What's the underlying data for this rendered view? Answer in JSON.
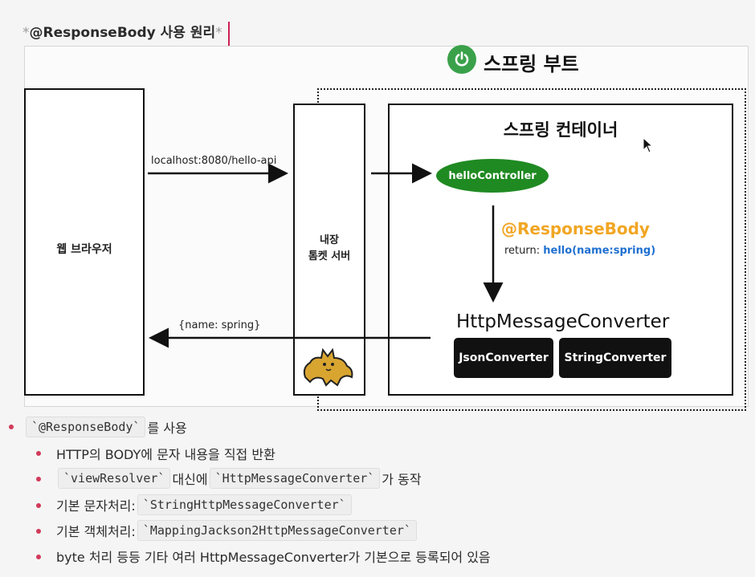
{
  "heading": {
    "star_open": "*",
    "title": "@ResponseBody 사용 원리",
    "star_close": "*"
  },
  "diagram": {
    "boot_label": "스프링 부트",
    "browser_label": "웹 브라우저",
    "tomcat_label_line1": "내장",
    "tomcat_label_line2": "톰켓 서버",
    "container_title": "스프링 컨테이너",
    "controller": "helloController",
    "request_label": "localhost:8080/hello-api",
    "response_label": "{name: spring}",
    "annotation": "@ResponseBody",
    "return_prefix": "return:",
    "return_value": "hello(name:spring)",
    "converter_title": "HttpMessageConverter",
    "converters": [
      "JsonConverter",
      "StringConverter"
    ],
    "colors": {
      "spring_green": "#3aa14a",
      "controller_green": "#1f8a22",
      "annotation_orange": "#f1a623",
      "return_blue": "#1e6fd0"
    },
    "icons": [
      "power-icon",
      "tomcat-logo",
      "mouse-cursor-icon"
    ]
  },
  "list": {
    "item1": {
      "code": "`@ResponseBody`",
      "text": "를 사용"
    },
    "sub1": {
      "text": "HTTP의 BODY에 문자 내용을 직접 반환"
    },
    "sub2": {
      "code1": "`viewResolver`",
      "mid": "대신에",
      "code2": "`HttpMessageConverter`",
      "tail": "가 동작"
    },
    "sub3": {
      "text": "기본 문자처리:",
      "code": "`StringHttpMessageConverter`"
    },
    "sub4": {
      "text": "기본 객체처리:",
      "code": "`MappingJackson2HttpMessageConverter`"
    },
    "sub5": {
      "text": "byte 처리 등등 기타 여러 HttpMessageConverter가 기본으로 등록되어 있음"
    }
  }
}
